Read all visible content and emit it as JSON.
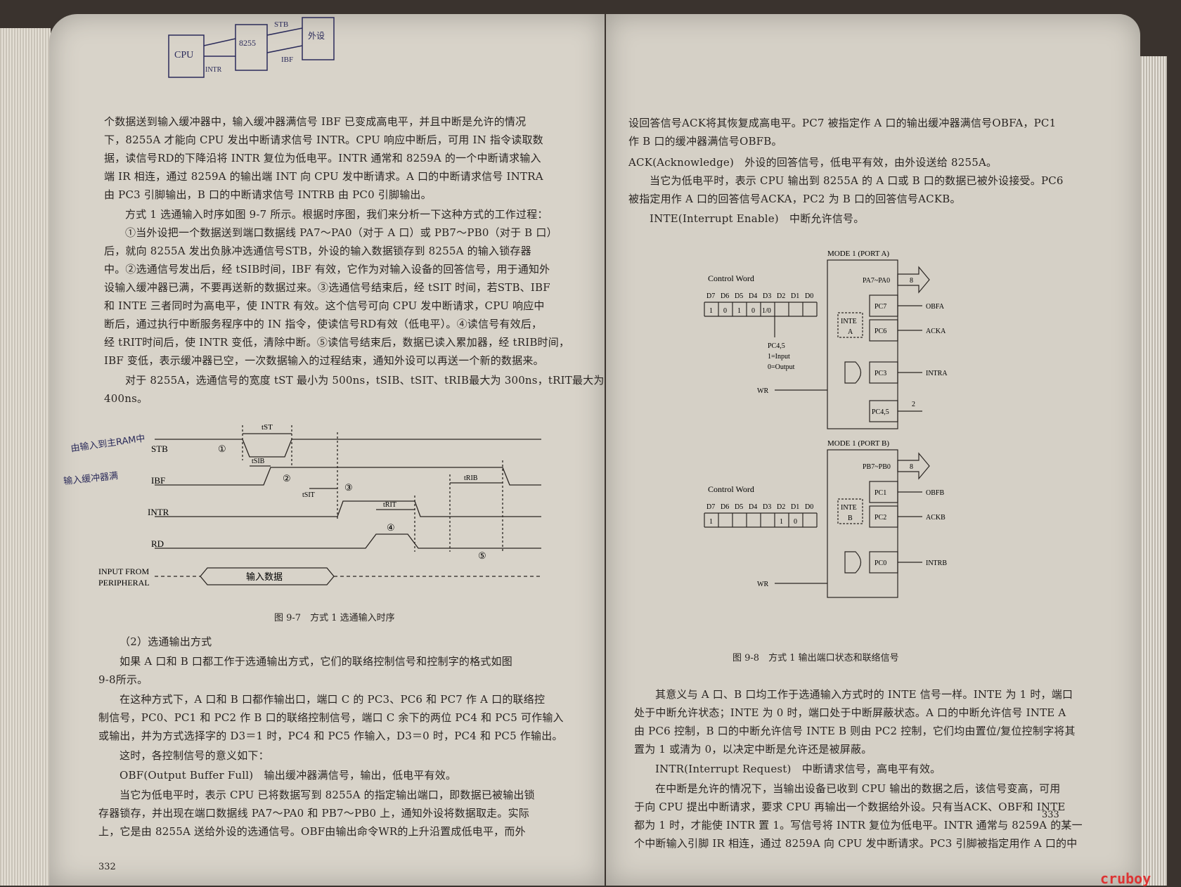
{
  "left_page": {
    "sketch": {
      "cpu": "CPU",
      "mid": "8255",
      "stb": "STB",
      "ibf": "IBF",
      "intr": "INTR",
      "dev": "外设"
    },
    "paragraphs": [
      "个数据送到输入缓冲器中，输入缓冲器满信号 IBF 已变成高电平，并且中断是允许的情况",
      "下，8255A 才能向 CPU 发出中断请求信号 INTR。CPU 响应中断后，可用 IN 指令读取数",
      "据，读信号RD的下降沿将 INTR 复位为低电平。INTR 通常和 8259A 的一个中断请求输入",
      "端 IR 相连，通过 8259A 的输出端 INT 向 CPU 发中断请求。A 口的中断请求信号 INTRA",
      "由 PC3 引脚输出，B 口的中断请求信号 INTRB 由 PC0 引脚输出。",
      "方式 1 选通输入时序如图 9-7 所示。根据时序图，我们来分析一下这种方式的工作过程：",
      "①当外设把一个数据送到端口数据线 PA7～PA0（对于 A 口）或 PB7～PB0（对于 B 口）",
      "后，就向 8255A 发出负脉冲选通信号STB，外设的输入数据锁存到 8255A 的输入锁存器",
      "中。②选通信号发出后，经 tSIB时间，IBF 有效，它作为对输入设备的回答信号，用于通知外",
      "设输入缓冲器已满，不要再送新的数据过来。③选通信号结束后，经 tSIT 时间，若STB、IBF",
      "和 INTE 三者同时为高电平，使 INTR 有效。这个信号可向 CPU 发中断请求，CPU 响应中",
      "断后，通过执行中断服务程序中的 IN 指令，使读信号RD有效（低电平）。④读信号有效后，",
      "经 tRIT时间后，使 INTR 变低，清除中断。⑤读信号结束后，数据已读入累加器，经 tRIB时间，",
      "IBF 变低，表示缓冲器已空，一次数据输入的过程结束，通知外设可以再送一个新的数据来。",
      "对于 8255A，选通信号的宽度 tST 最小为 500ns，tSIB、tSIT、tRIB最大为 300ns，tRIT最大为",
      "400ns。"
    ],
    "timing": {
      "signals": [
        "STB",
        "IBF",
        "INTR",
        "RD"
      ],
      "input_label_1": "INPUT FROM",
      "input_label_2": "PERIPHERAL",
      "data_label": "输入数据",
      "t_st": "tST",
      "t_sib": "tSIB",
      "t_sit": "tSIT",
      "t_rit": "tRIT",
      "t_rib": "tRIB",
      "c1": "①",
      "c2": "②",
      "c3": "③",
      "c4": "④",
      "c5": "⑤"
    },
    "figure_caption": "图 9-7　方式 1 选通输入时序",
    "margin_note_1": "由输入到主RAM中",
    "margin_note_2": "输入缓冲器满",
    "section_title": "（2）选通输出方式",
    "paragraphs2": [
      "如果 A 口和 B 口都工作于选通输出方式，它们的联络控制信号和控制字的格式如图",
      "9-8所示。",
      "在这种方式下，A 口和 B 口都作输出口，端口 C 的 PC3、PC6 和 PC7 作 A 口的联络控",
      "制信号，PC0、PC1 和 PC2 作 B 口的联络控制信号，端口 C 余下的两位 PC4 和 PC5 可作输入",
      "或输出，并为方式选择字的 D3＝1 时，PC4 和 PC5 作输入，D3＝0 时，PC4 和 PC5 作输出。",
      "这时，各控制信号的意义如下：",
      "OBF(Output Buffer Full)　输出缓冲器满信号，输出，低电平有效。",
      "当它为低电平时，表示 CPU 已将数据写到 8255A 的指定输出端口，即数据已被输出锁",
      "存器锁存，并出现在端口数据线 PA7～PA0 和 PB7～PB0 上，通知外设将数据取走。实际",
      "上，它是由 8255A 送给外设的选通信号。OBF由输出命令WR的上升沿置成低电平，而外"
    ],
    "page_number": "332"
  },
  "right_page": {
    "paragraphs": [
      "设回答信号ACK将其恢复成高电平。PC7 被指定作 A 口的输出缓冲器满信号OBFA，PC1",
      "作 B 口的缓冲器满信号OBFB。",
      "ACK(Acknowledge)　外设的回答信号，低电平有效，由外设送给 8255A。",
      "当它为低电平时，表示 CPU 输出到 8255A 的 A 口或 B 口的数据已被外设接受。PC6",
      "被指定用作 A 口的回答信号ACKA，PC2 为 B 口的回答信号ACKB。",
      "INTE(Interrupt Enable)　中断允许信号。"
    ],
    "fig": {
      "title_a": "MODE 1 (PORT A)",
      "title_b": "MODE 1 (PORT B)",
      "control_word": "Control Word",
      "bits_a": [
        "1",
        "0",
        "1",
        "0",
        "1/0",
        "",
        "",
        ""
      ],
      "bits_b": [
        "1",
        "",
        "",
        "",
        "",
        "1",
        "0",
        ""
      ],
      "dlabels": [
        "D7",
        "D6",
        "D5",
        "D4",
        "D3",
        "D2",
        "D1",
        "D0"
      ],
      "pc45": "PC4,5",
      "in": "1=Input",
      "out": "0=Output",
      "pa": "PA7~PA0",
      "pb": "PB7~PB0",
      "eight": "8",
      "two": "2",
      "pc7": "PC7",
      "pc6": "PC6",
      "pc3": "PC3",
      "pc45b": "PC4,5",
      "pc1": "PC1",
      "pc2": "PC2",
      "pc0": "PC0",
      "obfa": "OBFA",
      "acka": "ACKA",
      "intra": "INTRA",
      "obfb": "OBFB",
      "ackb": "ACKB",
      "intrb": "INTRB",
      "intea": "INTE",
      "intea2": "A",
      "inteb": "INTE",
      "inteb2": "B",
      "wr": "WR"
    },
    "figure_caption": "图 9-8　方式 1 输出端口状态和联络信号",
    "paragraphs2": [
      "其意义与 A 口、B 口均工作于选通输入方式时的 INTE 信号一样。INTE 为 1 时，端口",
      "处于中断允许状态；INTE 为 0 时，端口处于中断屏蔽状态。A 口的中断允许信号 INTE A",
      "由 PC6 控制，B 口的中断允许信号 INTE B 则由 PC2 控制，它们均由置位/复位控制字将其",
      "置为 1 或清为 0，以决定中断是允许还是被屏蔽。",
      "INTR(Interrupt Request)　中断请求信号，高电平有效。",
      "在中断是允许的情况下，当输出设备已收到 CPU 输出的数据之后，该信号变高，可用",
      "于向 CPU 提出中断请求，要求 CPU 再输出一个数据给外设。只有当ACK、OBF和 INTE",
      "都为 1 时，才能使 INTR 置 1。写信号将 INTR 复位为低电平。INTR 通常与 8259A 的某一",
      "个中断输入引脚 IR 相连，通过 8259A 向 CPU 发中断请求。PC3 引脚被指定用作 A 口的中"
    ],
    "page_number": "333"
  },
  "watermark": "cruboy"
}
